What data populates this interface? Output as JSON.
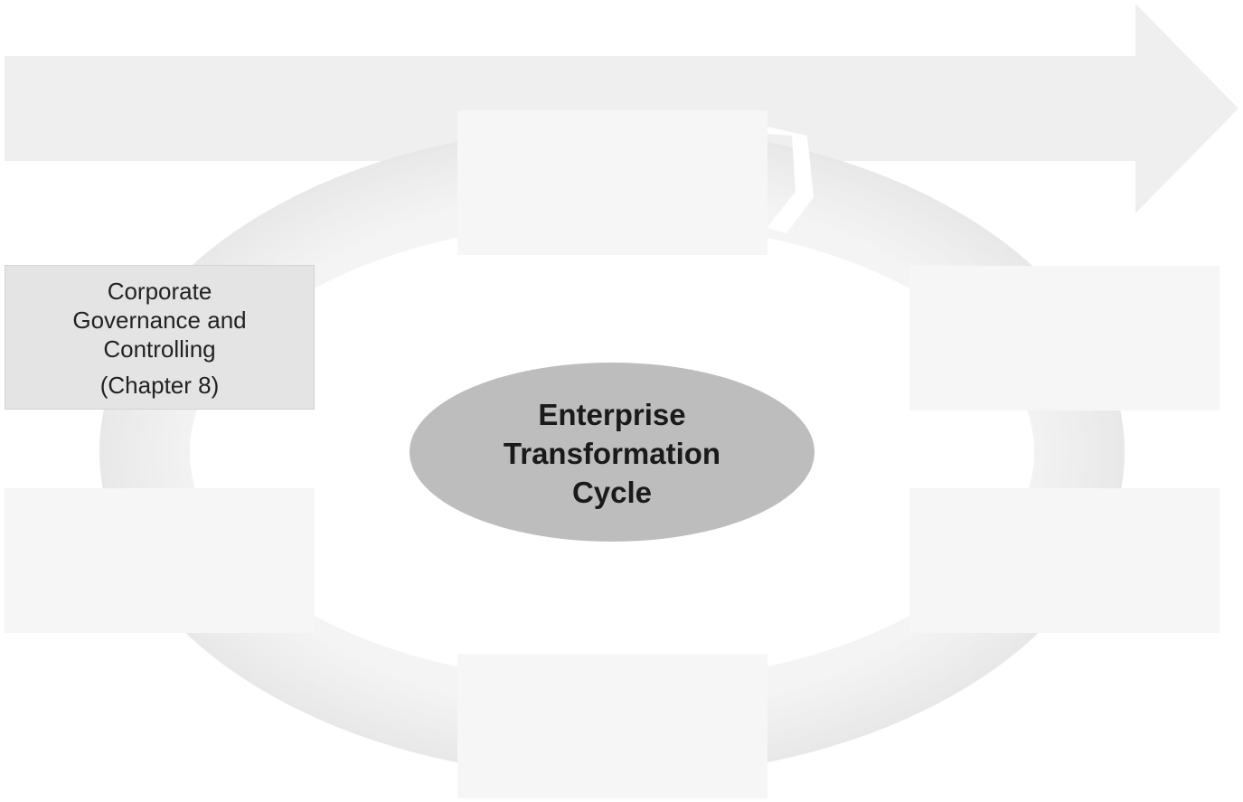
{
  "center": {
    "line1": "Enterprise",
    "line2": "Transformation",
    "line3": "Cycle"
  },
  "boxes": {
    "top": "",
    "upper_right": "",
    "lower_right": "",
    "bottom": "",
    "lower_left": "",
    "upper_left": {
      "line1": "Corporate",
      "line2": "Governance and",
      "line3": "Controlling",
      "line4": "(Chapter 8)"
    }
  },
  "colors": {
    "background_arrow": "#efefef",
    "cycle_ring": "#ececec",
    "box_fill": "#f6f6f6",
    "active_box_fill": "#e4e4e4",
    "center_ellipse": "#bdbdbd"
  }
}
